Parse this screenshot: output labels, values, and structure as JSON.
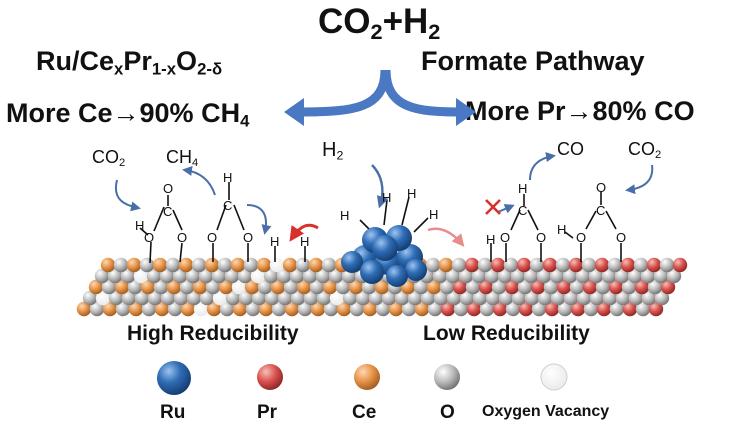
{
  "reaction": {
    "reactants_parts": [
      "CO",
      "2",
      "+H",
      "2"
    ],
    "catalyst_parts": [
      "Ru/Ce",
      "x",
      "Pr",
      "1-x",
      "O",
      "2-δ"
    ],
    "pathway": "Formate Pathway"
  },
  "outcomes": {
    "left_prefix": "More Ce→90% CH",
    "left_sub": "4",
    "right": "More Pr→80% CO"
  },
  "species": {
    "co2_left_base": "CO",
    "co2_left_sub": "2",
    "ch4_base": "CH",
    "ch4_sub": "4",
    "h2_base": "H",
    "h2_sub": "2",
    "co_right": "CO",
    "co2_right_base": "CO",
    "co2_right_sub": "2"
  },
  "regions": {
    "left": "High Reducibility",
    "right": "Low Reducibility"
  },
  "legend": [
    {
      "label": "Ru",
      "color": "#2f6db5"
    },
    {
      "label": "Pr",
      "color": "#d9534f"
    },
    {
      "label": "Ce",
      "color": "#e8944a"
    },
    {
      "label": "O",
      "color": "#a9a9a9"
    },
    {
      "label": "Oxygen Vacancy",
      "color": "#ffffff"
    }
  ],
  "colors": {
    "arrow_blue": "#4a78c2",
    "arrow_red": "#d9302c",
    "arrow_pink": "#e88b8b",
    "ru": "#2f6db5",
    "pr": "#d9534f",
    "ce": "#e8944a",
    "o": "#a9a9a9"
  }
}
